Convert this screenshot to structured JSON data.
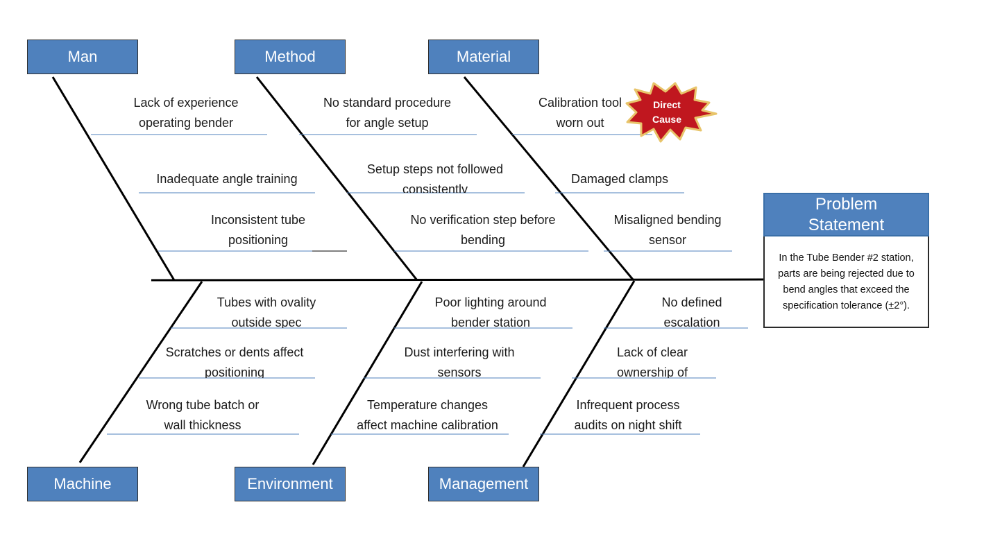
{
  "categories": {
    "man": "Man",
    "method": "Method",
    "material": "Material",
    "machine": "Machine",
    "environment": "Environment",
    "management": "Management"
  },
  "causes": {
    "man_1": "Lack of experience\noperating bender",
    "man_2": "Inadequate angle training",
    "man_3": "Inconsistent tube\npositioning",
    "method_1": "No standard procedure\nfor angle setup",
    "method_2": "Setup steps not followed\nconsistently",
    "method_3": "No verification step before\nbending",
    "material_1": "Calibration tool\nworn out",
    "material_2": "Damaged clamps",
    "material_3": "Misaligned bending\nsensor",
    "machine_1": "Tubes with ovality\noutside spec",
    "machine_2": "Scratches or dents affect\npositioning",
    "machine_3": "Wrong tube batch or\nwall thickness",
    "environment_1": "Poor lighting around\nbender station",
    "environment_2": "Dust interfering with\nsensors",
    "environment_3": "Temperature changes\naffect machine calibration",
    "management_1": "No defined\nescalation",
    "management_2": "Lack of clear\nownership of",
    "management_3": "Infrequent process\naudits on night shift"
  },
  "direct_cause": "Direct\nCause",
  "problem": {
    "title": "Problem\nStatement",
    "text": "In the Tube Bender #2 station, parts are being rejected due to bend angles that exceed the specification tolerance (±2°)."
  },
  "colors": {
    "box_fill": "#4f81bd",
    "underline": "#4f81bd",
    "burst_fill": "#c0171f",
    "burst_outline": "#e8c46a"
  }
}
